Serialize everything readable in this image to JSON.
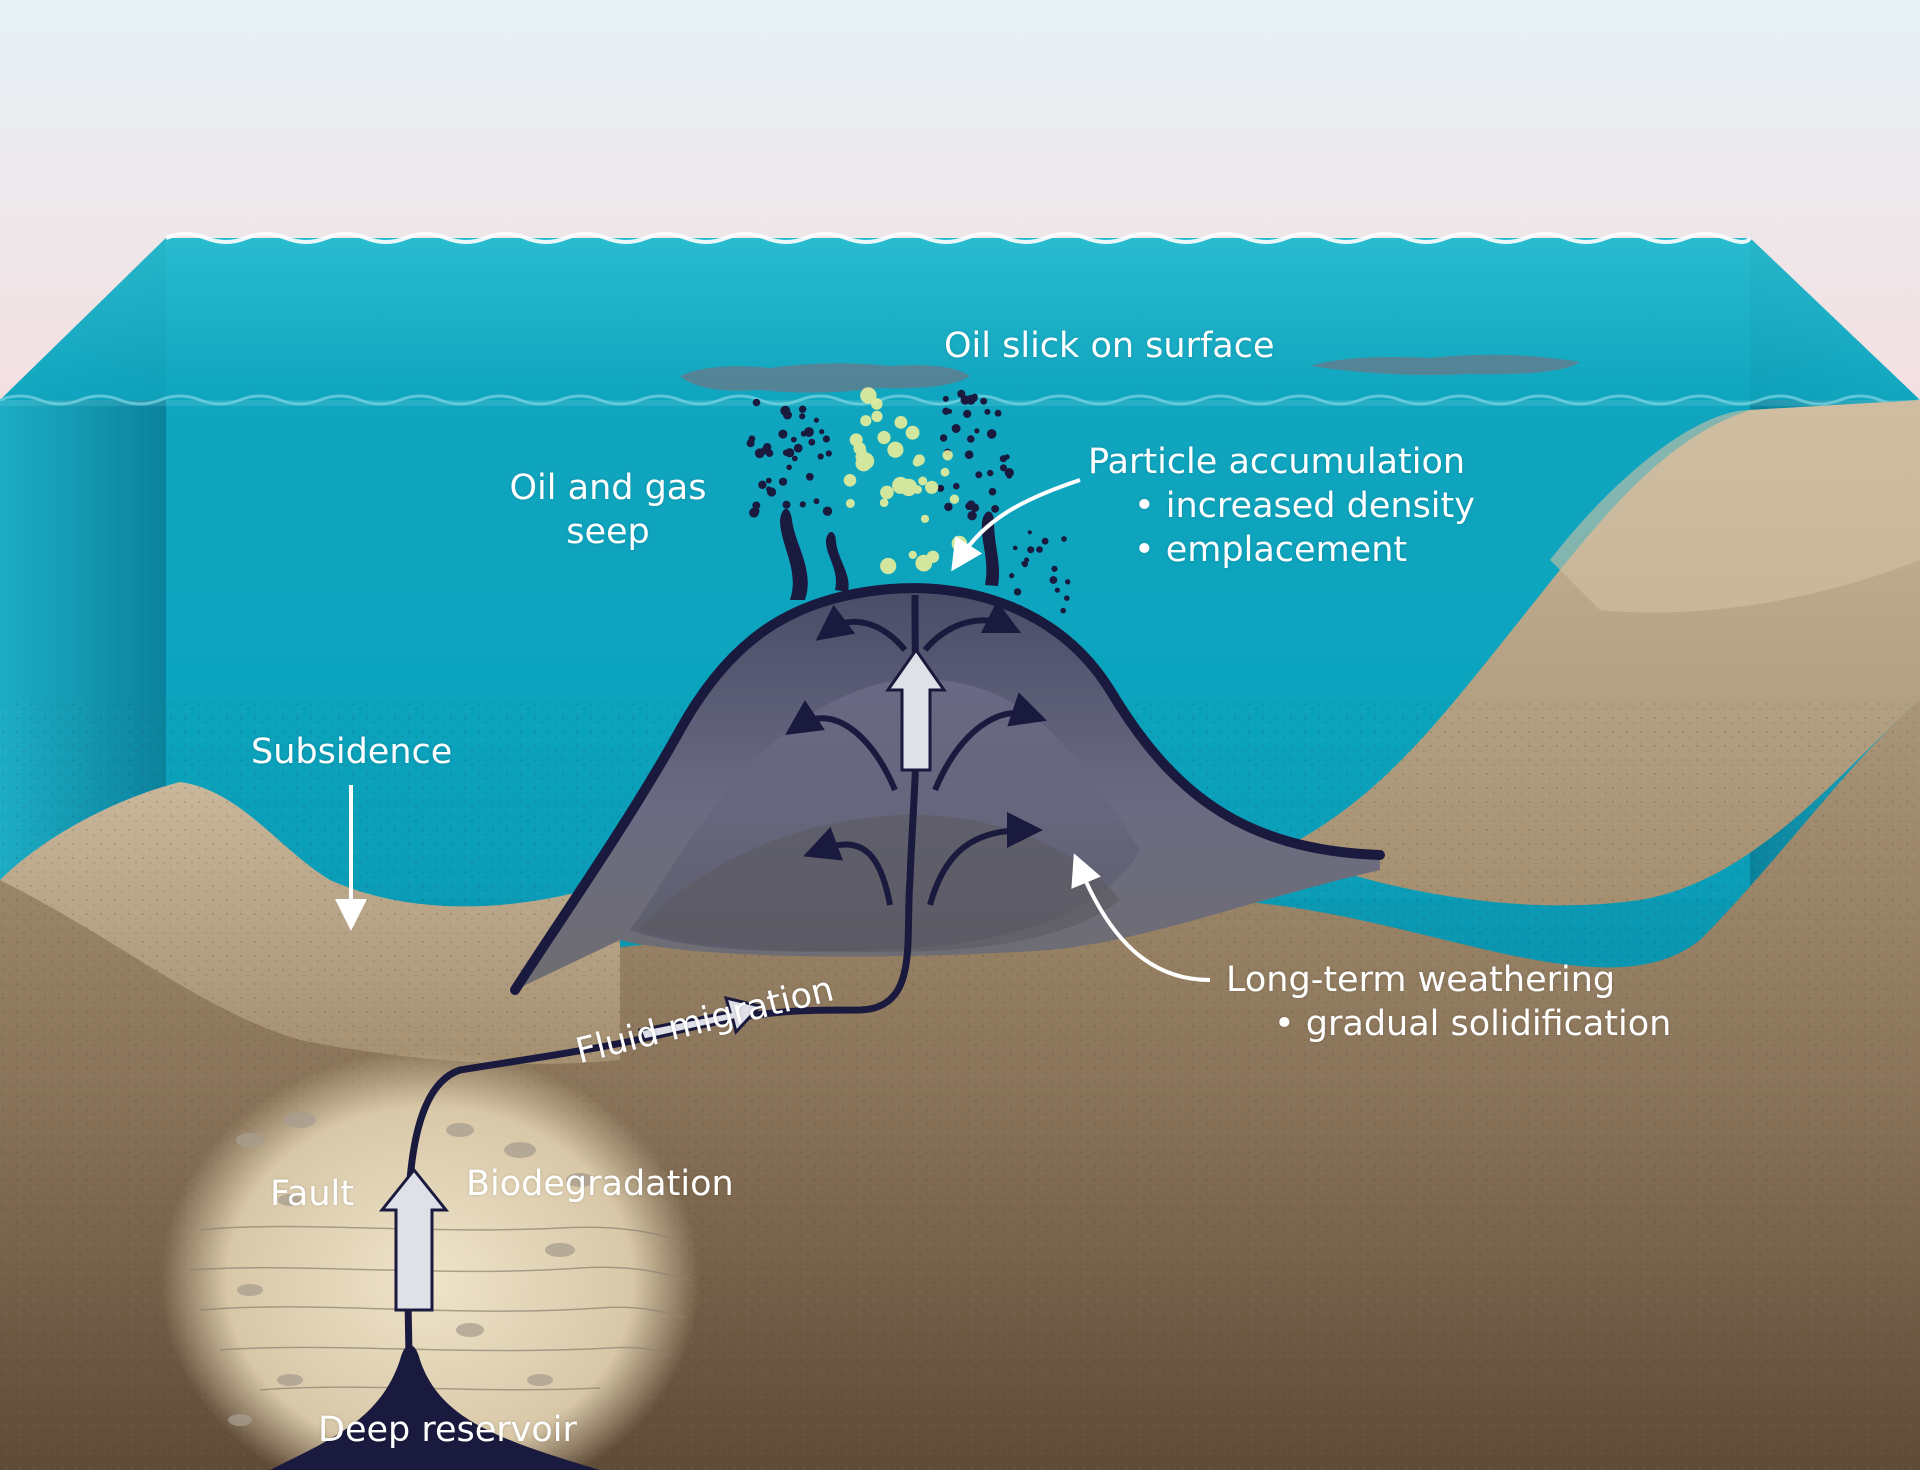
{
  "labels": {
    "oil_slick": "Oil slick on surface",
    "seep_line1": "Oil and gas",
    "seep_line2": "seep",
    "particle_title": "Particle accumulation",
    "particle_item1": "• increased density",
    "particle_item2": "• emplacement",
    "subsidence": "Subsidence",
    "weathering_title": "Long-term weathering",
    "weathering_item1": "• gradual solidification",
    "fluid_migration": "Fluid migration",
    "fault": "Fault",
    "biodegradation": "Biodegradation",
    "deep_reservoir": "Deep reservoir"
  },
  "colors": {
    "sky_top": "#e6f1f6",
    "sky_bottom": "#f5dfe0",
    "water_surface": "#2bbdd0",
    "water_deep": "#0a8aa4",
    "sediment_light": "#c8b69a",
    "sediment_dark": "#6f5a44",
    "mound_outline": "#1a1a3e",
    "arrow_fill": "#dfe0e8",
    "gas_bubbles": "#e8ee9a"
  }
}
